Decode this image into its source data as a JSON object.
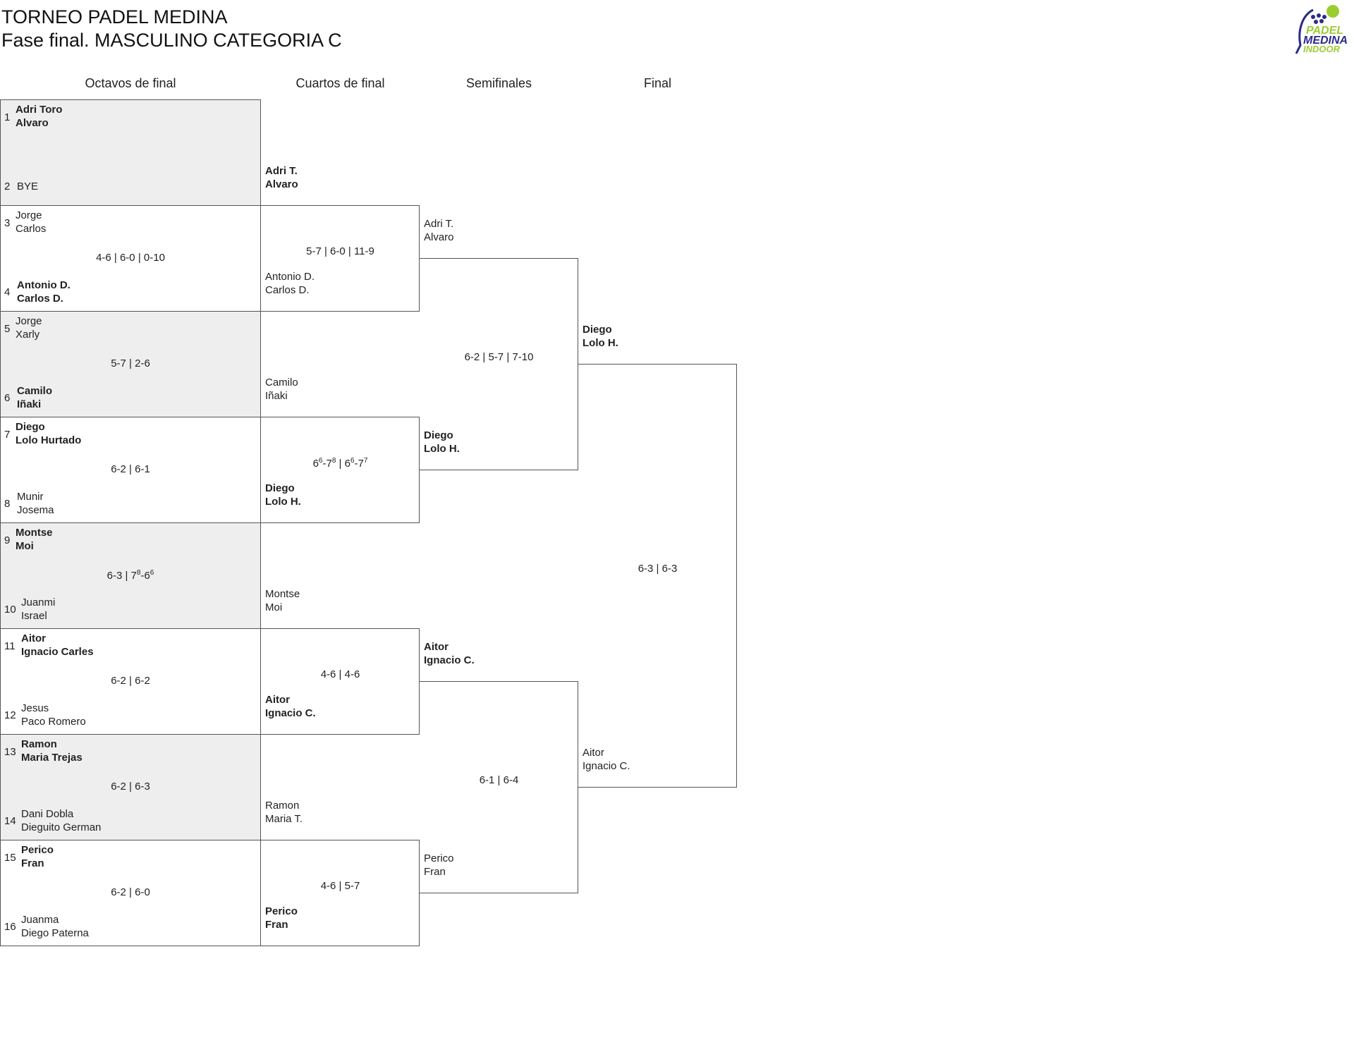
{
  "header": {
    "title_line1": "TORNEO PADEL MEDINA",
    "title_line2": "Fase final. MASCULINO CATEGORIA C",
    "logo_text": [
      "PADEL",
      "MEDINA",
      "INDOOR"
    ]
  },
  "rounds": {
    "r16": "Octavos de final",
    "qf": "Cuartos de final",
    "sf": "Semifinales",
    "final": "Final"
  },
  "r16": [
    {
      "top": {
        "seed": "1",
        "p1": "Adri Toro",
        "p2": "Alvaro",
        "winner": true
      },
      "bottom": {
        "seed": "2",
        "p1": "BYE",
        "p2": "",
        "winner": false
      },
      "score": ""
    },
    {
      "top": {
        "seed": "3",
        "p1": "Jorge",
        "p2": "Carlos",
        "winner": false
      },
      "bottom": {
        "seed": "4",
        "p1": "Antonio D.",
        "p2": "Carlos D.",
        "winner": true
      },
      "score": "4-6 | 6-0 | 0-10"
    },
    {
      "top": {
        "seed": "5",
        "p1": "Jorge",
        "p2": "Xarly",
        "winner": false
      },
      "bottom": {
        "seed": "6",
        "p1": "Camilo",
        "p2": "Iñaki",
        "winner": true
      },
      "score": "5-7 | 2-6"
    },
    {
      "top": {
        "seed": "7",
        "p1": "Diego",
        "p2": "Lolo Hurtado",
        "winner": true
      },
      "bottom": {
        "seed": "8",
        "p1": "Munir",
        "p2": "Josema",
        "winner": false
      },
      "score": "6-2 | 6-1"
    },
    {
      "top": {
        "seed": "9",
        "p1": "Montse",
        "p2": "Moi",
        "winner": true
      },
      "bottom": {
        "seed": "10",
        "p1": "Juanmi",
        "p2": "Israel",
        "winner": false
      },
      "score": "6-3 | 7<sup>8</sup>-6<sup>6</sup>"
    },
    {
      "top": {
        "seed": "11",
        "p1": "Aitor",
        "p2": "Ignacio Carles",
        "winner": true
      },
      "bottom": {
        "seed": "12",
        "p1": "Jesus",
        "p2": "Paco Romero",
        "winner": false
      },
      "score": "6-2 | 6-2"
    },
    {
      "top": {
        "seed": "13",
        "p1": "Ramon",
        "p2": "Maria Trejas",
        "winner": true
      },
      "bottom": {
        "seed": "14",
        "p1": "Dani Dobla",
        "p2": "Dieguito German",
        "winner": false
      },
      "score": "6-2 | 6-3"
    },
    {
      "top": {
        "seed": "15",
        "p1": "Perico",
        "p2": "Fran",
        "winner": true
      },
      "bottom": {
        "seed": "16",
        "p1": "Juanma",
        "p2": "Diego Paterna",
        "winner": false
      },
      "score": "6-2 | 6-0"
    }
  ],
  "qf": [
    {
      "top": {
        "p1": "Adri T.",
        "p2": "Alvaro",
        "winner": true
      },
      "bottom": {
        "p1": "Antonio D.",
        "p2": "Carlos D.",
        "winner": false
      },
      "score": "5-7 | 6-0 | 11-9"
    },
    {
      "top": {
        "p1": "Camilo",
        "p2": "Iñaki",
        "winner": false
      },
      "bottom": {
        "p1": "Diego",
        "p2": "Lolo H.",
        "winner": true
      },
      "score": "6<sup>6</sup>-7<sup>8</sup> | 6<sup>6</sup>-7<sup>7</sup>"
    },
    {
      "top": {
        "p1": "Montse",
        "p2": "Moi",
        "winner": false
      },
      "bottom": {
        "p1": "Aitor",
        "p2": "Ignacio C.",
        "winner": true
      },
      "score": "4-6 | 4-6"
    },
    {
      "top": {
        "p1": "Ramon",
        "p2": "Maria T.",
        "winner": false
      },
      "bottom": {
        "p1": "Perico",
        "p2": "Fran",
        "winner": true
      },
      "score": "4-6 | 5-7"
    }
  ],
  "sf": [
    {
      "top": {
        "p1": "Adri T.",
        "p2": "Alvaro",
        "winner": false
      },
      "bottom": {
        "p1": "Diego",
        "p2": "Lolo H.",
        "winner": true
      },
      "score": "6-2 | 5-7 | 7-10"
    },
    {
      "top": {
        "p1": "Aitor",
        "p2": "Ignacio C.",
        "winner": true
      },
      "bottom": {
        "p1": "Perico",
        "p2": "Fran",
        "winner": false
      },
      "score": "6-1 | 6-4"
    }
  ],
  "final": [
    {
      "top": {
        "p1": "Diego",
        "p2": "Lolo H.",
        "winner": true
      },
      "bottom": {
        "p1": "Aitor",
        "p2": "Ignacio C.",
        "winner": false
      },
      "score": "6-3 | 6-3"
    }
  ]
}
